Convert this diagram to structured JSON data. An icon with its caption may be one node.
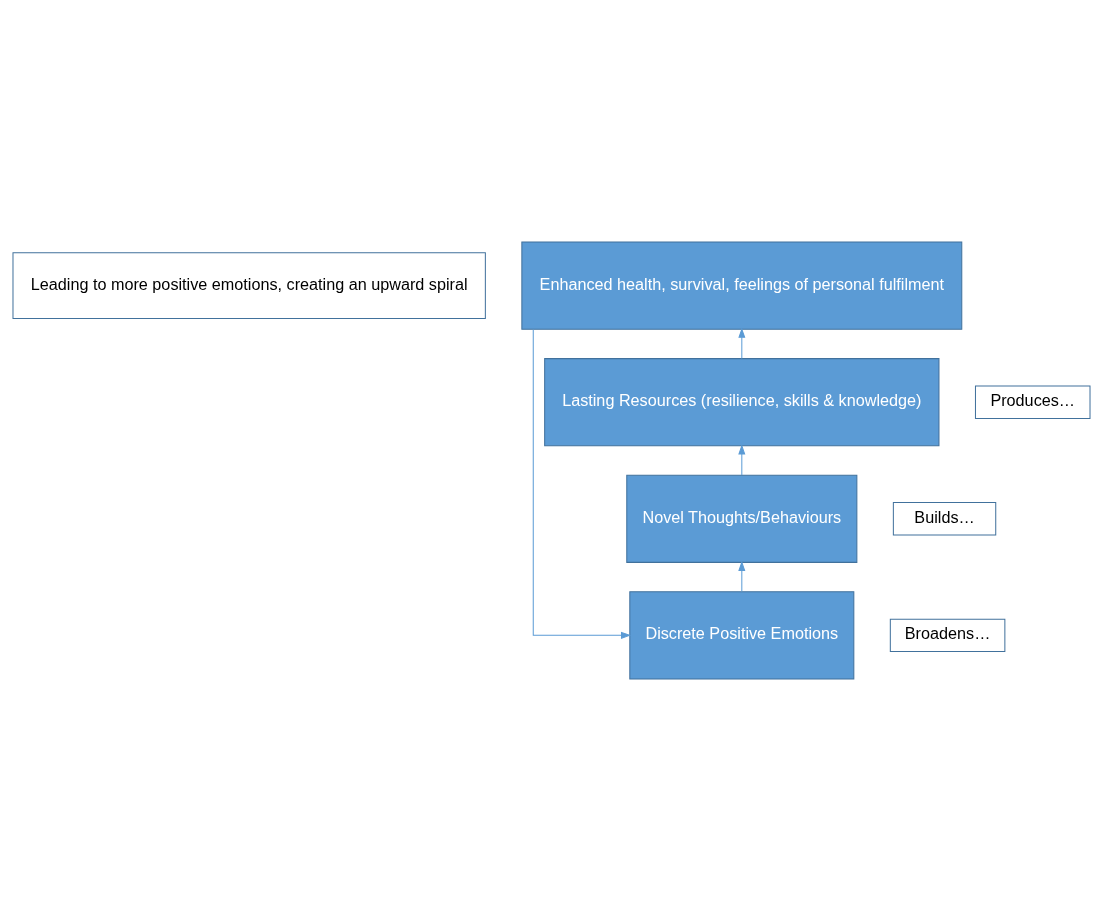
{
  "diagram": {
    "nodes": [
      {
        "text": [
          "Leading to more positive emotions, creating an upward spiral"
        ]
      },
      {
        "text": [
          "Enhanced health, survival, feelings of personal fulfilment"
        ]
      },
      {
        "text": [
          "Lasting Resources (resilience, skills & knowledge)"
        ]
      },
      {
        "text": [
          "Produces…"
        ]
      },
      {
        "text": [
          "Builds…"
        ]
      },
      {
        "text": [
          "Novel Thoughts/Behaviours"
        ]
      },
      {
        "text": [
          "Broadens…"
        ]
      },
      {
        "text": [
          "Discrete Positive Emotions"
        ]
      }
    ],
    "edges": [
      {
        "from": 7,
        "to": 5,
        "arrow": "to"
      },
      {
        "from": 5,
        "to": 2,
        "arrow": "to"
      },
      {
        "from": 2,
        "to": 1,
        "arrow": "to"
      },
      {
        "from": 1,
        "to": 7,
        "arrow": "to"
      }
    ]
  }
}
